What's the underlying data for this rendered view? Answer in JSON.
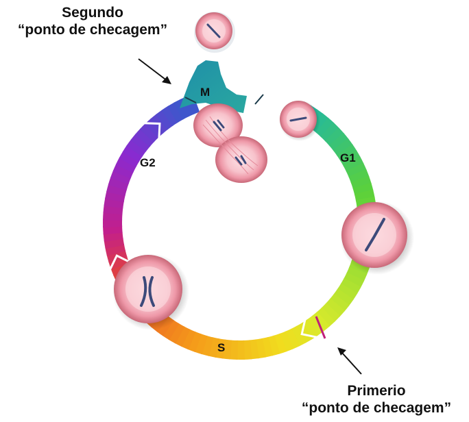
{
  "callouts": {
    "second": {
      "line1": "Segundo",
      "line2": "“ponto de checagem”"
    },
    "first": {
      "line1": "Primerio",
      "line2": "“ponto de checagem”"
    }
  },
  "phases": {
    "m": "M",
    "g1": "G1",
    "g2": "G2",
    "s": "S"
  },
  "colors": {
    "m_phase": "#2a9ea8",
    "g1_start": "#22b8a0",
    "g1_mid": "#5cd13a",
    "g1_end": "#d8ea2c",
    "s_start": "#f1dc1e",
    "s_mid": "#f59a1a",
    "s_end": "#e84a2a",
    "g2_start": "#c21f8c",
    "g2_mid": "#8a2ad0",
    "g2_end": "#3f56cc",
    "checkpoint_mark": "#c0207a",
    "cell_fill": "#f6b6c0",
    "cell_rim": "#e88898",
    "chromosome": "#3c4a7a"
  }
}
